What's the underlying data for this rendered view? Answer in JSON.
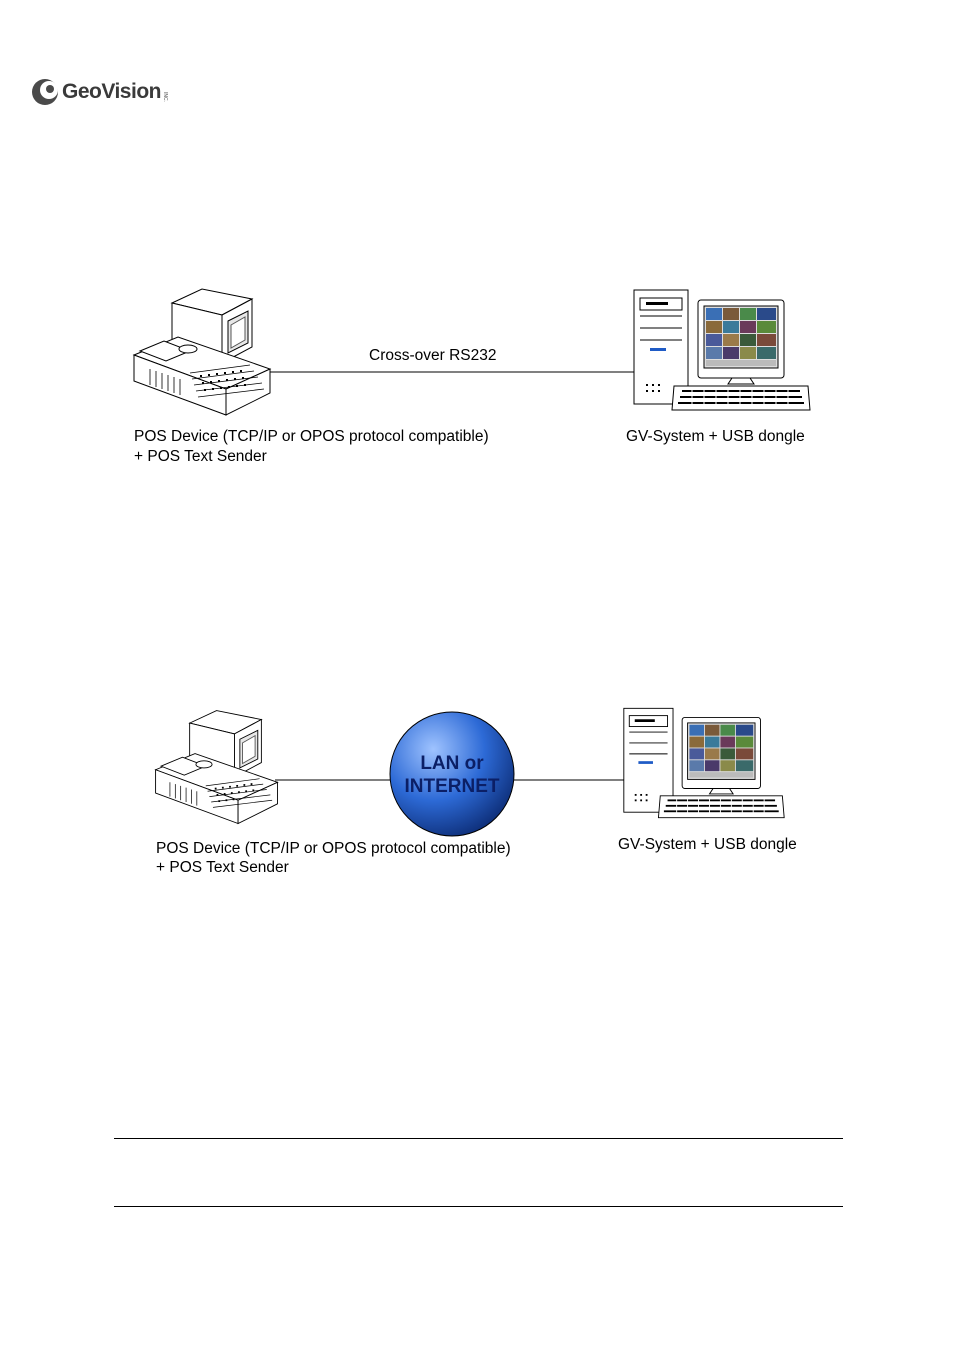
{
  "header": {
    "logo_text": "GeoVision",
    "logo_trademark": "INC.",
    "brand_color": "#3a3a3a"
  },
  "diagram1": {
    "link_label": "Cross-over RS232",
    "pos_label_line1": "POS Device (TCP/IP or OPOS protocol compatible)",
    "pos_label_line2": "+ POS Text Sender",
    "gv_label": "GV-System + USB dongle"
  },
  "diagram2": {
    "network_line1": "LAN or",
    "network_line2": "INTERNET",
    "network_color": "#1f5bc6",
    "pos_label_line1": "POS Device (TCP/IP or OPOS protocol compatible)",
    "pos_label_line2": "+ POS Text Sender",
    "gv_label": "GV-System + USB dongle"
  },
  "icons": {
    "pos": "pos-terminal-icon",
    "gv": "computer-workstation-icon",
    "network": "network-globe-icon"
  }
}
